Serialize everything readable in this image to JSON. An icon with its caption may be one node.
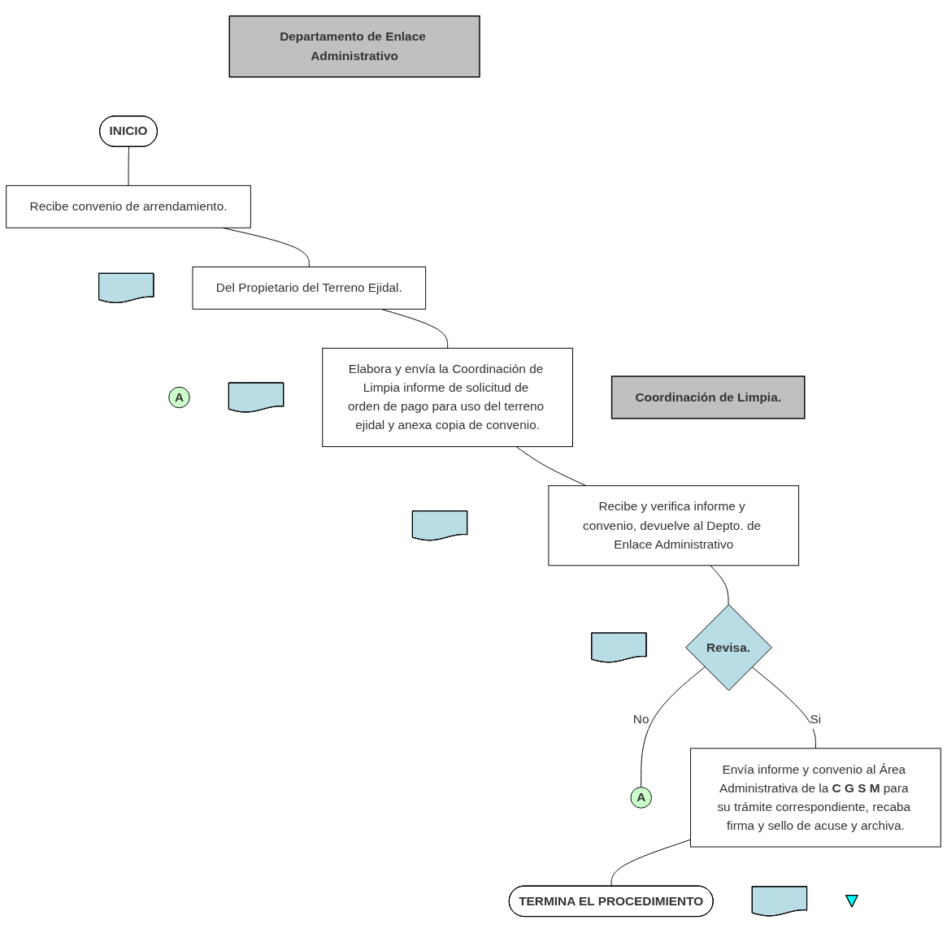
{
  "diagram": {
    "nodes": [
      {
        "text": [
          "Departamento de Enlace Administrativo"
        ]
      },
      {
        "text": [
          "INICIO"
        ]
      },
      {
        "text": [
          "Recibe convenio de arrendamiento."
        ]
      },
      {
        "text": [],
        "shape": "document"
      },
      {
        "text": [
          "A"
        ]
      },
      {
        "text": [
          "Del Propietario del Terreno Ejidal."
        ]
      },
      {
        "text": [],
        "shape": "document"
      },
      {
        "text": [
          "Elabora y envía la Coordinación de Limpia informe de solicitud de orden de pago para uso del terreno ejidal y anexa copia de convenio."
        ]
      },
      {
        "text": [],
        "shape": "document"
      },
      {
        "text": [
          "Coordinación de Limpia."
        ]
      },
      {
        "text": [
          "Recibe y verifica informe y convenio, devuelve al Depto. de Enlace Administrativo"
        ]
      },
      {
        "text": [],
        "shape": "document"
      },
      {
        "text": [
          "Revisa."
        ]
      },
      {
        "text": [
          "A"
        ]
      },
      {
        "text": [
          "Envía informe y convenio al Área Administrativa de la **C G S M** para su trámite correspondiente, recaba firma y sello de acuse y archiva."
        ]
      },
      {
        "text": [],
        "shape": "document"
      },
      {
        "text": [],
        "shape": "triangle"
      },
      {
        "text": [
          "TERMINA EL PROCEDIMIENTO"
        ]
      }
    ],
    "edges": [
      {
        "from": 1,
        "to": 2,
        "arrow": "none"
      },
      {
        "from": 2,
        "to": 5,
        "arrow": "none"
      },
      {
        "from": 5,
        "to": 7,
        "arrow": "none"
      },
      {
        "from": 7,
        "to": 10,
        "arrow": "none"
      },
      {
        "from": 10,
        "to": 12,
        "arrow": "none"
      },
      {
        "from": 12,
        "to": 13,
        "label": "No",
        "arrow": "none"
      },
      {
        "from": 12,
        "to": 14,
        "label": "Si",
        "arrow": "none"
      },
      {
        "from": 14,
        "to": 17,
        "arrow": "none"
      }
    ]
  }
}
